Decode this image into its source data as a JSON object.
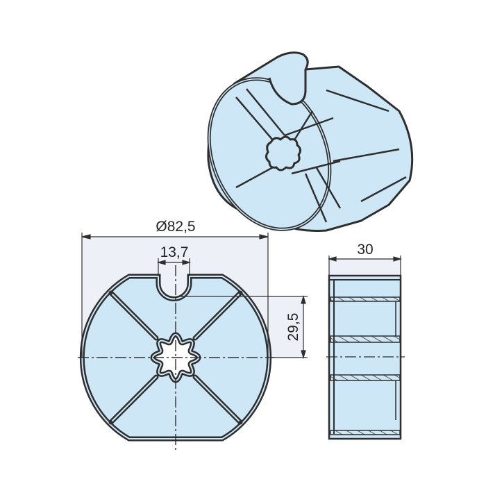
{
  "dimensions": {
    "diameter": "Ø82,5",
    "slot_width": "13,7",
    "slot_depth": "29,5",
    "width": "30"
  },
  "colors": {
    "part_fill": "#cde7f6",
    "outline": "#2e2e2e",
    "dimension_area": "#eef0f8"
  }
}
